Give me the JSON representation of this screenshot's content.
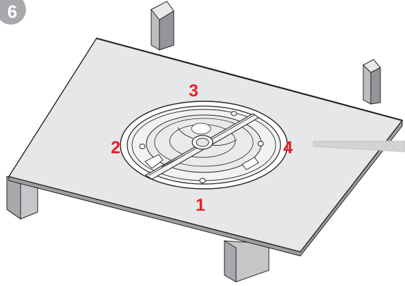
{
  "step": {
    "number": "6"
  },
  "callouts": [
    {
      "id": "1",
      "label": "1"
    },
    {
      "id": "2",
      "label": "2"
    },
    {
      "id": "3",
      "label": "3"
    },
    {
      "id": "4",
      "label": "4"
    }
  ],
  "colors": {
    "callout": "#ec1c24",
    "badge": "#a7a9ac",
    "panel": "#e6e7e8",
    "outline": "#231f20",
    "joist_light": "#dcdddf",
    "joist_mid": "#bcbec0",
    "joist_dark": "#939598"
  },
  "icons": {
    "step_badge": "numbered-circle",
    "tool": "pointer-rod"
  }
}
